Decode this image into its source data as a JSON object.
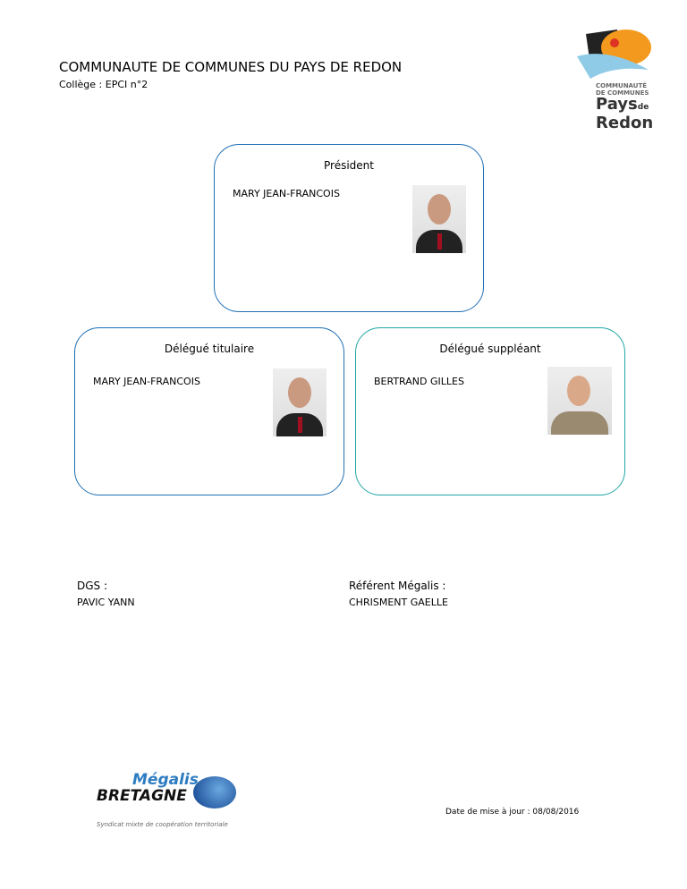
{
  "header": {
    "title": "COMMUNAUTE DE COMMUNES DU PAYS DE REDON",
    "college": "Collège : EPCI n°2"
  },
  "logo_redon": {
    "line1": "COMMUNAUTÉ",
    "line2": "DE COMMUNES",
    "line3": "Pays",
    "line3b": "de",
    "line4": "Redon"
  },
  "president": {
    "title": "Président",
    "name": "MARY JEAN-FRANCOIS"
  },
  "titulaire": {
    "title": "Délégué titulaire",
    "name": "MARY JEAN-FRANCOIS"
  },
  "suppleant": {
    "title": "Délégué suppléant",
    "name": "BERTRAND GILLES"
  },
  "dgs": {
    "label": "DGS :",
    "value": "PAVIC YANN"
  },
  "referent": {
    "label": "Référent Mégalis :",
    "value": "CHRISMENT GAELLE"
  },
  "footer": {
    "date": "Date de mise à jour : 08/08/2016",
    "megalis": "Mégalis",
    "bretagne": "BRETAGNE",
    "tagline": "Syndicat mixte de coopération territoriale"
  }
}
